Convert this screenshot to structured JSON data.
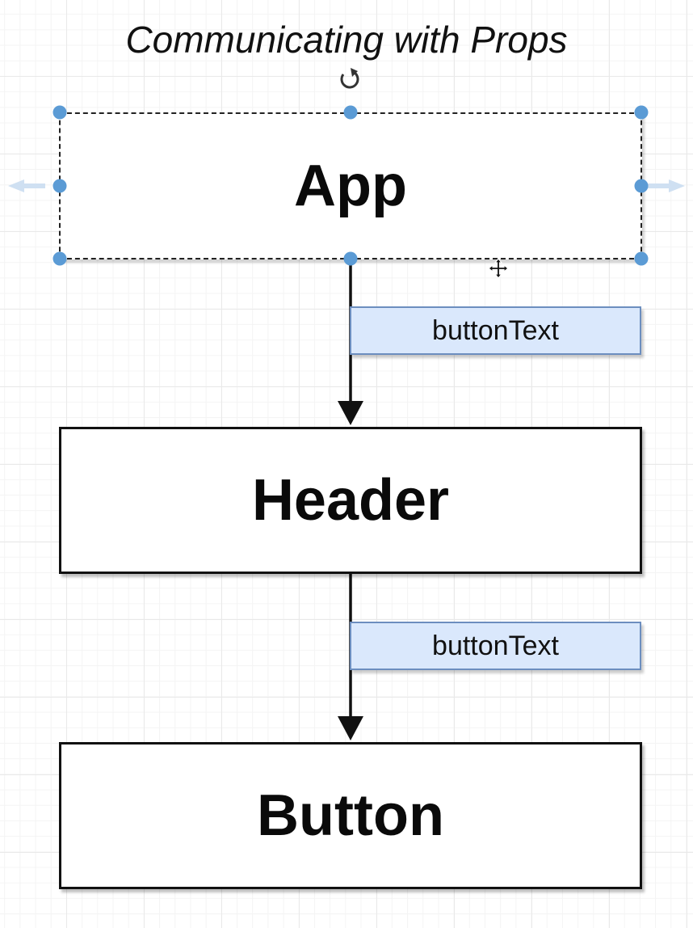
{
  "diagram": {
    "title": "Communicating with Props",
    "nodes": [
      {
        "id": "app",
        "label": "App",
        "selected": true
      },
      {
        "id": "header",
        "label": "Header"
      },
      {
        "id": "button",
        "label": "Button"
      }
    ],
    "edges": [
      {
        "from": "app",
        "to": "header",
        "label": "buttonText"
      },
      {
        "from": "header",
        "to": "button",
        "label": "buttonText"
      }
    ]
  },
  "colors": {
    "selection_handle": "#5b9bd5",
    "label_fill": "#dae8fc",
    "label_border": "#6c8ebf"
  },
  "icons": [
    "rotate-icon",
    "move-cursor-icon"
  ]
}
